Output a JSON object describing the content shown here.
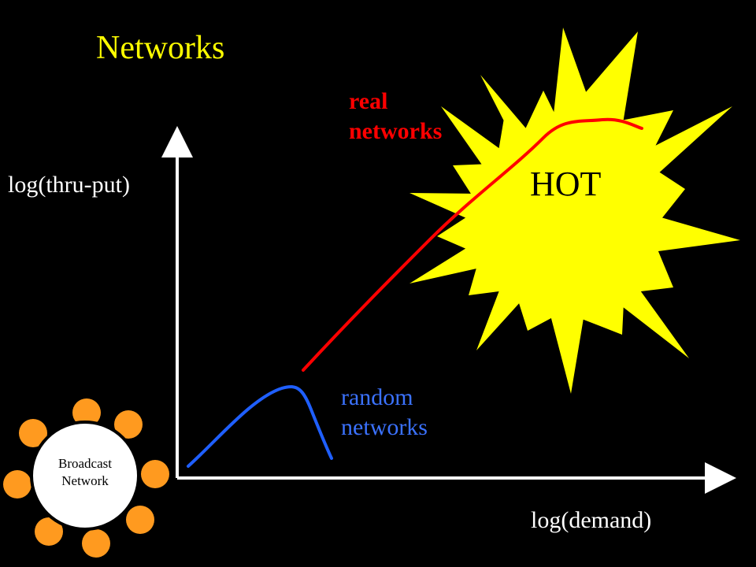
{
  "title": "Networks",
  "axes": {
    "y_label": "log(thru-put)",
    "x_label": "log(demand)"
  },
  "hot_region": {
    "label": "HOT"
  },
  "curves": {
    "real": {
      "label_line1": "real",
      "label_line2": "networks"
    },
    "random": {
      "label_line1": "random",
      "label_line2": "networks"
    }
  },
  "broadcast": {
    "label_line1": "Broadcast",
    "label_line2": "Network"
  },
  "colors": {
    "background": "#000000",
    "title": "#ffff00",
    "hot_fill": "#ffff00",
    "real_curve": "#ff0000",
    "random_curve": "#1f5fff",
    "node_fill": "#ff9a1f",
    "hub_fill": "#ffffff"
  }
}
